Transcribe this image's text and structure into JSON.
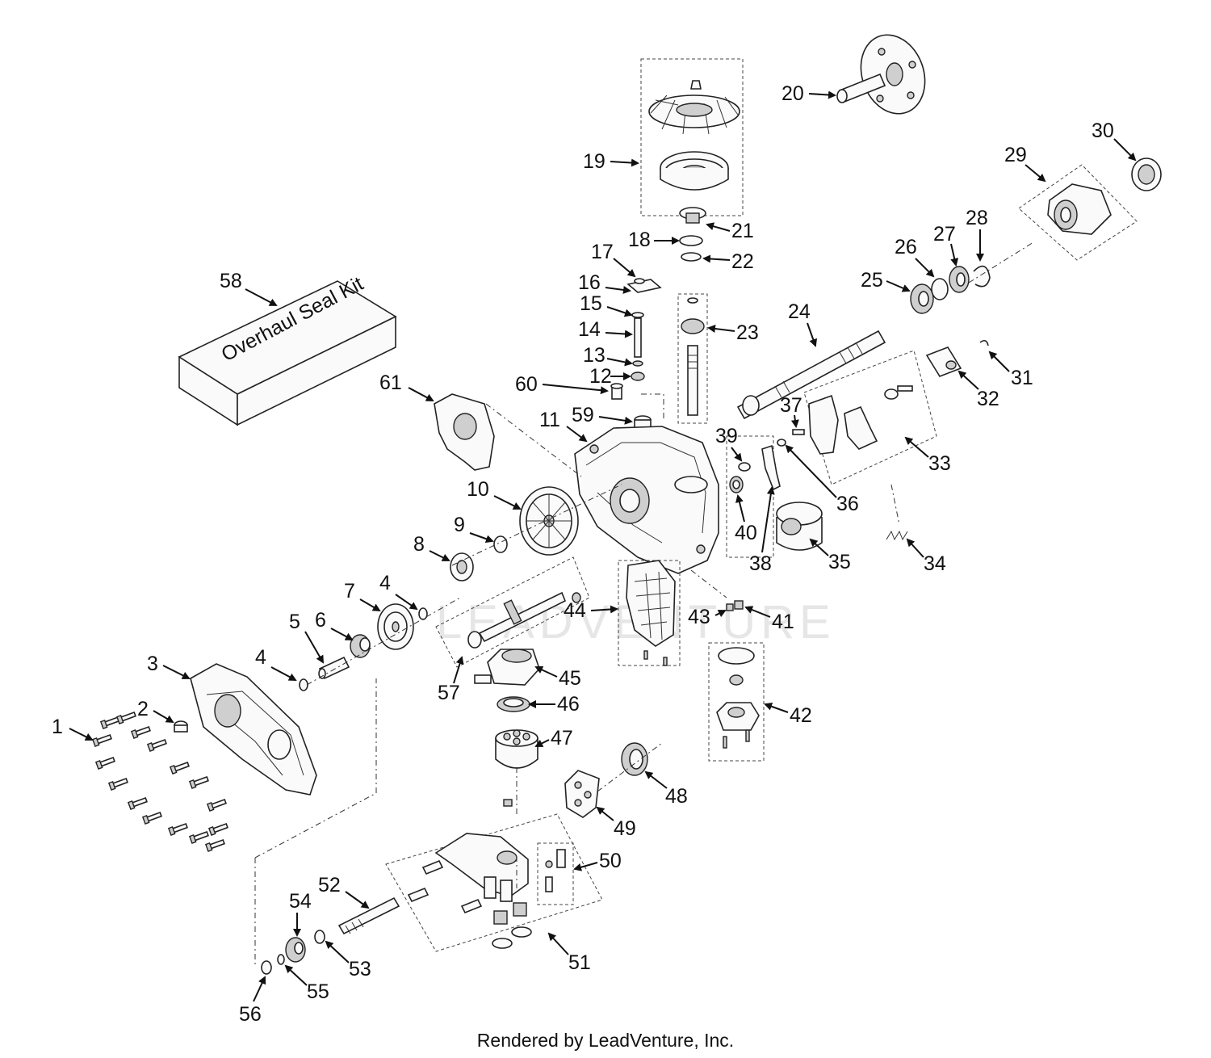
{
  "kit": {
    "number": "58",
    "label": "Overhaul Seal Kit"
  },
  "watermark": "LEADVENTURE",
  "footer": "Rendered by LeadVenture, Inc.",
  "callouts": [
    "1",
    "2",
    "3",
    "4",
    "4",
    "5",
    "6",
    "7",
    "8",
    "9",
    "10",
    "11",
    "12",
    "13",
    "14",
    "15",
    "16",
    "17",
    "18",
    "19",
    "20",
    "21",
    "22",
    "23",
    "24",
    "25",
    "26",
    "27",
    "28",
    "29",
    "30",
    "31",
    "32",
    "33",
    "34",
    "35",
    "36",
    "37",
    "38",
    "39",
    "40",
    "41",
    "42",
    "43",
    "44",
    "45",
    "46",
    "47",
    "48",
    "49",
    "50",
    "51",
    "52",
    "53",
    "54",
    "55",
    "56",
    "57",
    "59",
    "60",
    "61"
  ]
}
